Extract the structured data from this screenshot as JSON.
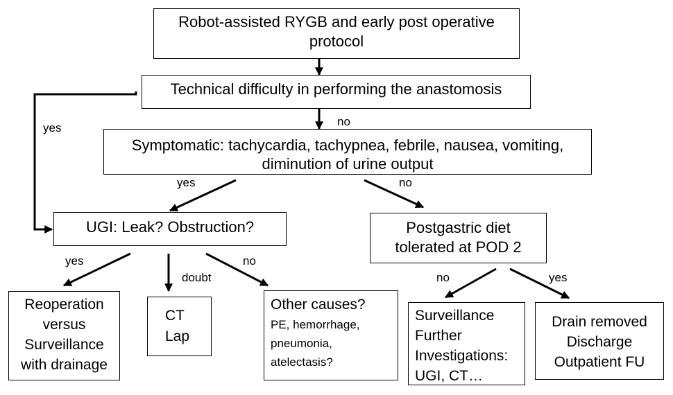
{
  "flowchart": {
    "nodes": {
      "start": [
        "Robot-assisted RYGB and early post operative",
        "protocol"
      ],
      "technical_difficulty": "Technical difficulty in performing the anastomosis",
      "symptomatic": [
        "Symptomatic: tachycardia, tachypnea, febrile, nausea, vomiting,",
        "diminution of urine output"
      ],
      "ugi": "UGI: Leak? Obstruction?",
      "postgastric_diet": [
        "Postgastric diet",
        "tolerated at POD 2"
      ],
      "reoperation": [
        "Reoperation",
        "versus",
        "Surveillance",
        "with drainage"
      ],
      "ct_lap": [
        "CT",
        "Lap"
      ],
      "other_causes": {
        "title": "Other causes?",
        "details": [
          "PE, hemorrhage,",
          "pneumonia,",
          "atelectasis?"
        ]
      },
      "surveillance": [
        "Surveillance",
        "Further",
        "Investigations:",
        "UGI, CT…"
      ],
      "discharge": [
        "Drain removed",
        "Discharge",
        "Outpatient FU"
      ]
    },
    "edge_labels": {
      "tech_yes": "yes",
      "tech_no": "no",
      "symp_yes": "yes",
      "symp_no": "no",
      "ugi_yes": "yes",
      "ugi_doubt": "doubt",
      "ugi_no": "no",
      "diet_no": "no",
      "diet_yes": "yes"
    }
  }
}
